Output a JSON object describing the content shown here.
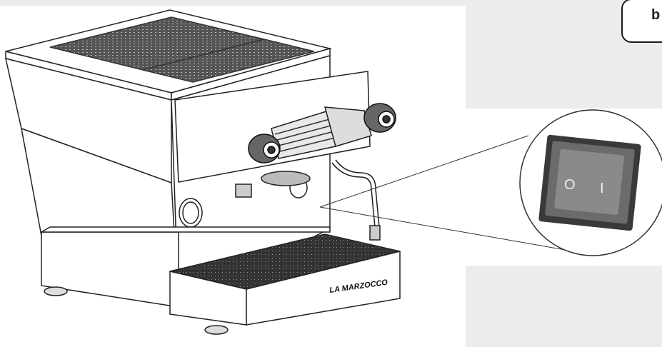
{
  "tab": {
    "label": "b"
  },
  "switch": {
    "off_label": "O",
    "on_label": "I"
  },
  "brand": {
    "text": "LA MARZOCCO"
  }
}
